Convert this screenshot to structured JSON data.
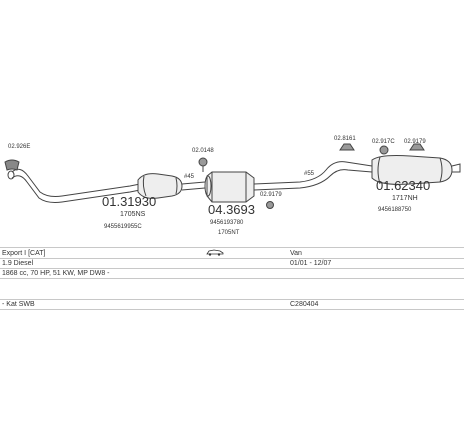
{
  "parts": [
    {
      "id": "p1",
      "code": "02.926E"
    },
    {
      "id": "p2",
      "code": "01.31930",
      "sub1": "1705NS",
      "sub2": "9455619955C"
    },
    {
      "id": "p3",
      "code": "#45"
    },
    {
      "id": "p4",
      "code": "02.0148"
    },
    {
      "id": "p5",
      "code": "04.3693",
      "sub1": "9456193780",
      "sub2": "1705NT"
    },
    {
      "id": "p6",
      "code": "02.9179"
    },
    {
      "id": "p7",
      "code": "#55"
    },
    {
      "id": "p8",
      "code": "02.8161"
    },
    {
      "id": "p9",
      "code": "02.917C"
    },
    {
      "id": "p10",
      "code": "02.9179"
    },
    {
      "id": "p11",
      "code": "01.62340",
      "sub1": "1717NH",
      "sub2": "9456188750"
    }
  ],
  "info": {
    "export": "Export I [CAT]",
    "body_type": "Van",
    "engine": "1.9 Diesel",
    "years": "01/01 - 12/07",
    "spec": "1868 cc, 70 HP, 51 KW, MP DW8 -",
    "variant": "- Kat SWB",
    "ref_code": "C280404"
  }
}
